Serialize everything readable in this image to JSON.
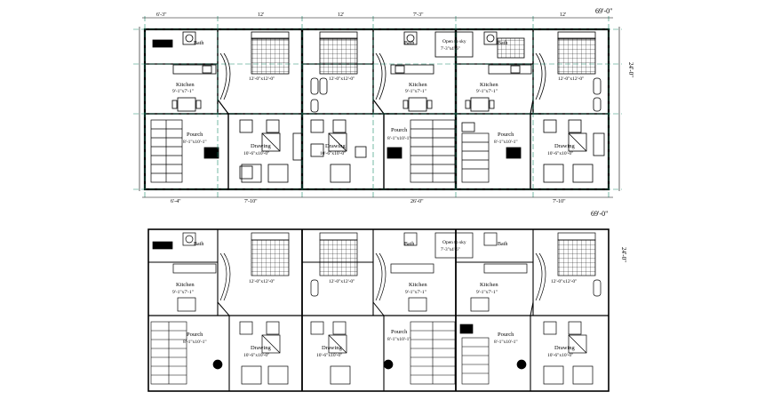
{
  "overall_width_label": "69'-0\"",
  "overall_depth_label": "24'-0\"",
  "rooms": {
    "bath": "Bath",
    "open_to_sky": "Open to sky",
    "open_to_sky_dim": "7'-3\"x4'-6\"",
    "kitchen": "Kitchen",
    "kitchen_dim": "9'-1\"x7'-1\"",
    "bed_dim": "12'-0\"x12'-0\"",
    "porch": "Pourch",
    "porch_dim": "8'-1\"x10'-1\"",
    "drawing": "Drawing",
    "drawing_dim": "10'-6\"x10'-0\""
  },
  "top_dims": [
    "6'-3\"",
    "12'",
    "12'",
    "7'-3\"",
    "12'"
  ],
  "bottom_dims": [
    "6'-4\"",
    "7'-10\"",
    "26'-0\"",
    "7'-10\""
  ]
}
